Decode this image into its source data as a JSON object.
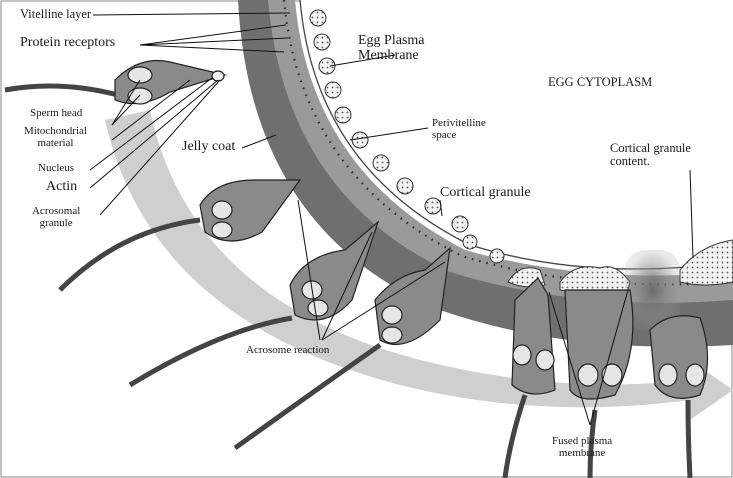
{
  "labels": {
    "vitelline_layer": "Vitelline layer",
    "protein_receptors": "Protein receptors",
    "egg_plasma_membrane": "Egg Plasma\nMembrane",
    "egg_cytoplasm": "EGG CYTOPLASM",
    "sperm_head": "Sperm head",
    "mitochondrial_material": "Mitochondrial\nmaterial",
    "nucleus": "Nucleus",
    "actin": "Actin",
    "acrosomal_granule": "Acrosomal\ngranule",
    "jelly_coat": "Jelly coat",
    "perivitelline_space": "Perivitelline\nspace",
    "cortical_granule": "Cortical granule",
    "cortical_granule_content": "Cortical granule\ncontent.",
    "acrosome_reaction": "Acrosome reaction",
    "fused_plasma_membrane": "Fused plasma\nmembrane"
  },
  "colors": {
    "jelly_coat": "#6f6f6f",
    "arrow": "#c9c9c9",
    "sperm_fill": "#8a8a8a",
    "outline": "#222222"
  }
}
